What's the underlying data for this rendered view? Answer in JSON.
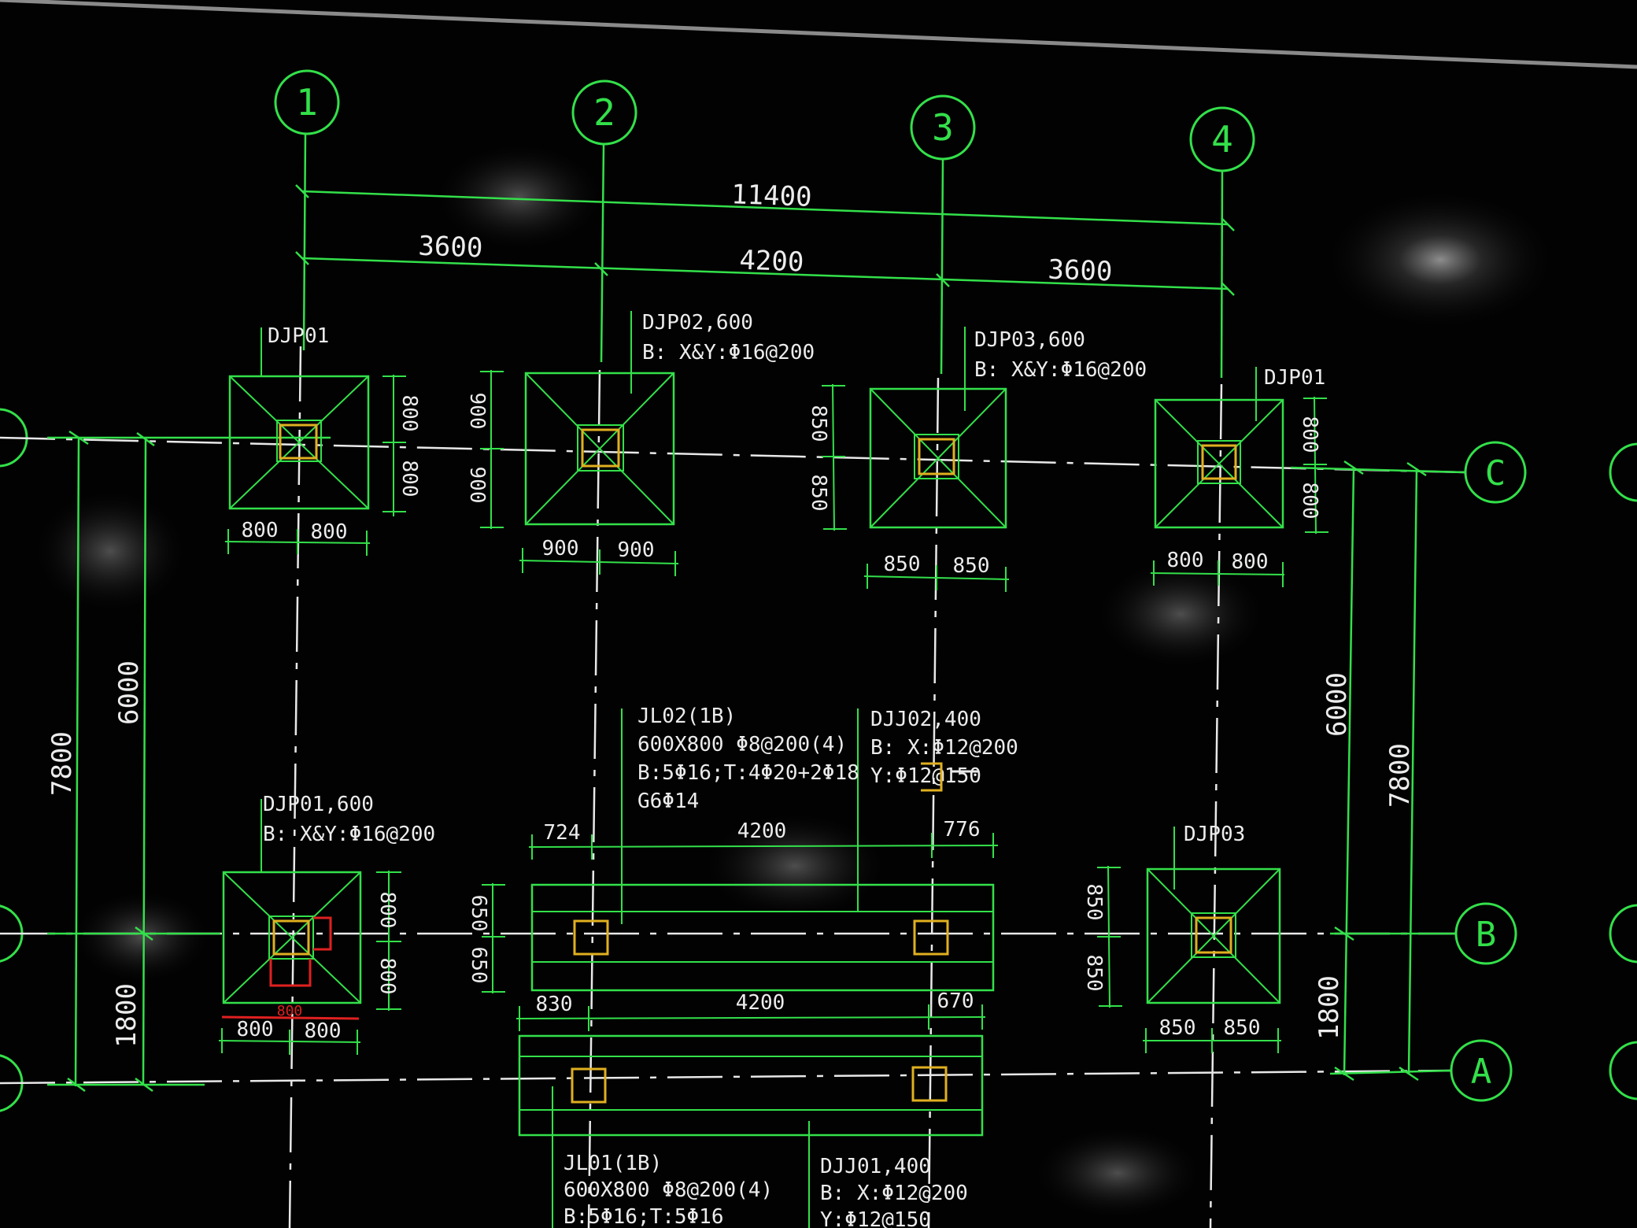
{
  "axes": {
    "vertical": [
      "1",
      "2",
      "3",
      "4"
    ],
    "horizontal": [
      "C",
      "B",
      "A"
    ]
  },
  "dimensions": {
    "top_total": "11400",
    "top_spans": [
      "3600",
      "4200",
      "3600"
    ],
    "left_outer": "7800",
    "left_inner_upper": "6000",
    "left_inner_lower": "1800",
    "right_outer": "7800",
    "right_inner_upper": "6000",
    "right_inner_lower": "1800"
  },
  "footings": {
    "c1": {
      "label": "DJP01",
      "dim_h": [
        "800",
        "800"
      ],
      "dim_v": [
        "800",
        "800"
      ]
    },
    "c2": {
      "label": "DJP02,600",
      "rebar": "B: X&Y:Φ16@200",
      "dim_h": [
        "900",
        "900"
      ],
      "dim_v": [
        "900",
        "900"
      ]
    },
    "c3": {
      "label": "DJP03,600",
      "rebar": "B: X&Y:Φ16@200",
      "dim_h": [
        "850",
        "850"
      ],
      "dim_v": [
        "850",
        "850"
      ]
    },
    "c4": {
      "label": "DJP01",
      "dim_h": [
        "800",
        "800"
      ],
      "dim_v": [
        "800",
        "800"
      ]
    },
    "b1": {
      "label": "DJP01,600",
      "rebar": "B: X&Y:Φ16@200",
      "dim_h": [
        "800",
        "800"
      ],
      "dim_v": [
        "800",
        "800"
      ],
      "red_dim": "800"
    },
    "b4": {
      "label": "DJP03",
      "dim_h": [
        "850",
        "850"
      ],
      "dim_v": [
        "850",
        "850"
      ]
    }
  },
  "beam_jl02": {
    "lines": [
      "JL02(1B)",
      "600X800  Φ8@200(4)",
      "B:5Φ16;T:4Φ20+2Φ18",
      "G6Φ14"
    ],
    "dim_top": [
      "724",
      "4200",
      "776"
    ],
    "dim_v": [
      "650",
      "650"
    ]
  },
  "strip_djj02": {
    "lines": [
      "DJJ02,400",
      "B: X:Φ12@200",
      "Y:Φ12@150"
    ]
  },
  "beam_jl01": {
    "lines": [
      "JL01(1B)",
      "600X800  Φ8@200(4)",
      "B:5Φ16;T:5Φ16"
    ],
    "dim_top": [
      "830",
      "4200",
      "670"
    ]
  },
  "strip_djj01": {
    "lines": [
      "DJJ01,400",
      "B: X:Φ12@200",
      "Y:Φ12@150"
    ]
  },
  "colors": {
    "axis": "#33e04a",
    "centerline": "#e8e8e8",
    "column": "#e0b020",
    "highlight": "#e02020",
    "background": "#020202"
  }
}
